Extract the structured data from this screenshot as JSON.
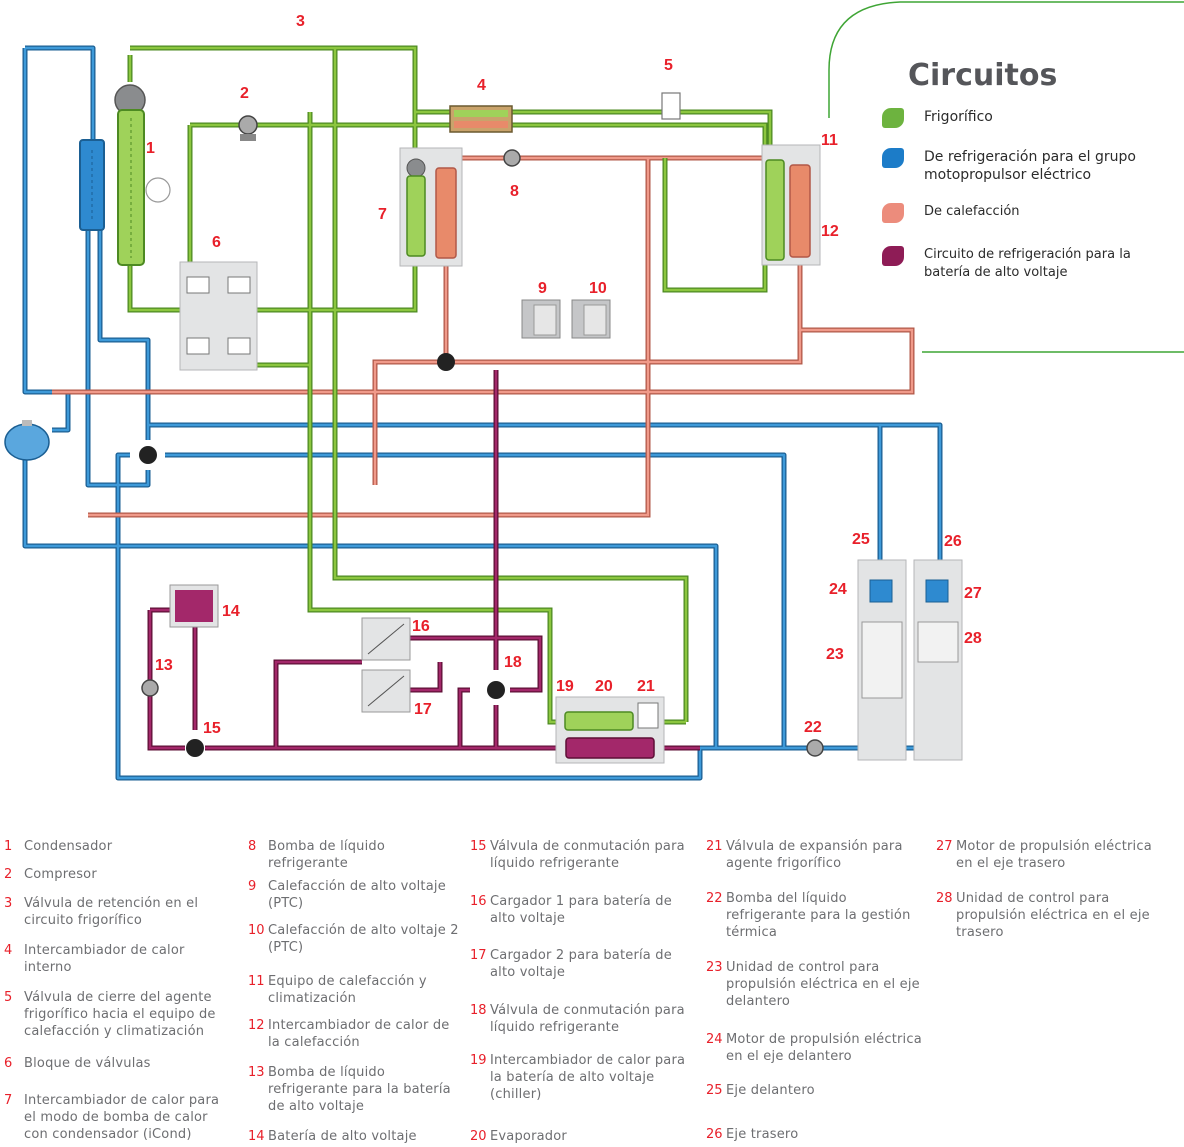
{
  "legend": {
    "title": "Circuitos",
    "items": [
      {
        "label": "Frigorífico",
        "color": "#6db33f"
      },
      {
        "label": "De refrigeración para el grupo motopropulsor eléctrico",
        "color": "#1c7cc8"
      },
      {
        "label": "De calefacción",
        "color": "#ec8c7c"
      },
      {
        "label": "Circuito de refrigeración para la batería de alto voltaje",
        "color": "#8e1c56"
      }
    ]
  },
  "diagram": {
    "numbers": [
      "1",
      "2",
      "3",
      "4",
      "5",
      "6",
      "7",
      "8",
      "9",
      "10",
      "11",
      "12",
      "13",
      "14",
      "15",
      "16",
      "17",
      "18",
      "19",
      "20",
      "21",
      "22",
      "23",
      "24",
      "25",
      "26",
      "27",
      "28"
    ]
  },
  "components": [
    {
      "n": "1",
      "label": "Condensador"
    },
    {
      "n": "2",
      "label": "Compresor"
    },
    {
      "n": "3",
      "label": "Válvula de retención en el circuito frigorífico"
    },
    {
      "n": "4",
      "label": "Intercambiador de calor interno"
    },
    {
      "n": "5",
      "label": "Válvula de cierre del agente frigorífico hacia el equipo de calefacción y climatización"
    },
    {
      "n": "6",
      "label": "Bloque de válvulas"
    },
    {
      "n": "7",
      "label": "Intercambiador de calor para el modo de bomba de calor con condensador (iCond)"
    },
    {
      "n": "8",
      "label": "Bomba de líquido refrigerante"
    },
    {
      "n": "9",
      "label": "Calefacción de alto voltaje (PTC)"
    },
    {
      "n": "10",
      "label": "Calefacción de alto voltaje 2 (PTC)"
    },
    {
      "n": "11",
      "label": "Equipo de calefacción y climatización"
    },
    {
      "n": "12",
      "label": "Intercambiador de calor de la calefacción"
    },
    {
      "n": "13",
      "label": "Bomba de líquido refrigerante para la batería de alto voltaje"
    },
    {
      "n": "14",
      "label": "Batería de alto voltaje"
    },
    {
      "n": "15",
      "label": "Válvula de conmutación para líquido refrigerante"
    },
    {
      "n": "16",
      "label": "Cargador 1 para batería de alto voltaje"
    },
    {
      "n": "17",
      "label": "Cargador 2 para batería de alto voltaje"
    },
    {
      "n": "18",
      "label": "Válvula de conmutación para líquido refrigerante"
    },
    {
      "n": "19",
      "label": "Intercambiador de calor para la batería de alto voltaje (chiller)"
    },
    {
      "n": "20",
      "label": "Evaporador"
    },
    {
      "n": "21",
      "label": "Válvula de expansión para agente frigorífico"
    },
    {
      "n": "22",
      "label": "Bomba del líquido refrigerante para la gestión térmica"
    },
    {
      "n": "23",
      "label": "Unidad de control para propulsión eléctrica en el eje delantero"
    },
    {
      "n": "24",
      "label": "Motor de propulsión eléctrica en el eje delantero"
    },
    {
      "n": "25",
      "label": "Eje delantero"
    },
    {
      "n": "26",
      "label": "Eje trasero"
    },
    {
      "n": "27",
      "label": "Motor de propulsión eléctrica en el eje trasero"
    },
    {
      "n": "28",
      "label": "Unidad de control para propulsión eléctrica en el eje trasero"
    }
  ]
}
